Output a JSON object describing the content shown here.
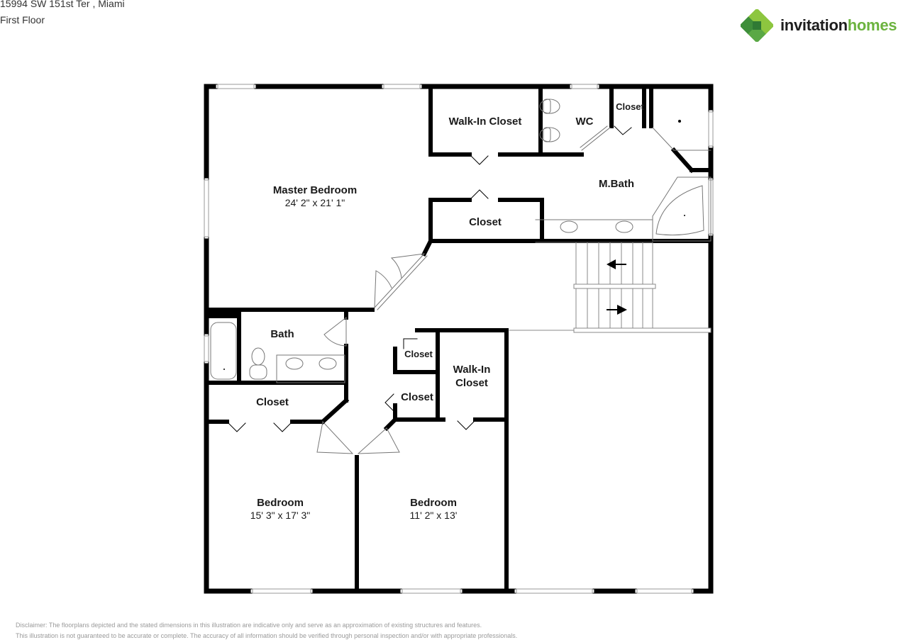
{
  "header": {
    "address": "15994 SW 151st Ter , Miami",
    "floor": "First Floor"
  },
  "logo": {
    "word1": "invitation",
    "word2": "homes",
    "icon": "green-diamond-logo-icon",
    "colors": {
      "dark_green": "#3e8e3a",
      "light_green": "#8dc63f",
      "text": "#1e1e1e",
      "accent": "#6cb33f"
    }
  },
  "rooms": {
    "master_bedroom": {
      "name": "Master Bedroom",
      "dimensions": "24' 2\" x 21' 1\""
    },
    "walk_in_closet_master": {
      "name": "Walk-In Closet"
    },
    "wc": {
      "name": "WC"
    },
    "closet_master_bath": {
      "name": "Closet"
    },
    "m_bath": {
      "name": "M.Bath"
    },
    "closet_master": {
      "name": "Closet"
    },
    "bath": {
      "name": "Bath"
    },
    "closet_hall_upper": {
      "name": "Closet"
    },
    "closet_hall_lower": {
      "name": "Closet"
    },
    "walk_in_closet_bedroom": {
      "name_line1": "Walk-In",
      "name_line2": "Closet"
    },
    "closet_bedroom1": {
      "name": "Closet"
    },
    "bedroom1": {
      "name": "Bedroom",
      "dimensions": "15' 3\" x 17' 3\""
    },
    "bedroom2": {
      "name": "Bedroom",
      "dimensions": "11' 2\" x 13'"
    }
  },
  "fixtures": {
    "stairs": {
      "arrow_up_direction": "left",
      "arrow_down_direction": "right"
    }
  },
  "disclaimer": {
    "line1": "Disclaimer: The floorplans depicted and the stated dimensions in this illustration are indicative only and serve as an approximation of existing structures and features.",
    "line2": "This illustration is not guaranteed to be accurate or complete. The accuracy of all information should be verified through personal inspection and/or with appropriate professionals."
  }
}
